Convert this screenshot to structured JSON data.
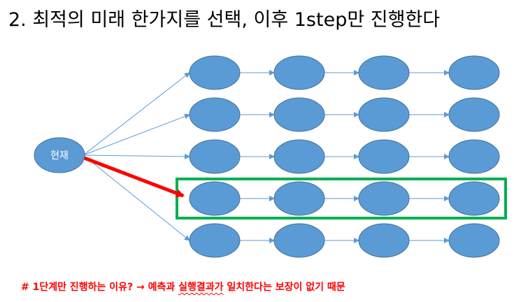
{
  "slide": {
    "title": "2. 최적의 미래 한가지를 선택, 이후 1step만 진행한다"
  },
  "diagram": {
    "start_node_label": "현재",
    "rows": 5,
    "columns": 4,
    "selected_row_index": 3,
    "colors": {
      "node_fill": "#5b9bd5",
      "node_stroke": "#41719c",
      "edge_line": "#5b9bd5",
      "selected_arrow": "#ff0000",
      "highlight_box": "#00b050",
      "node_text": "#ffffff"
    }
  },
  "footnote": {
    "prefix": "# 1단계만 진행하는 이유? → 예측과 ",
    "underlined": "실행결과가",
    "suffix": " 일치한다는 보장이 없기 때문"
  }
}
